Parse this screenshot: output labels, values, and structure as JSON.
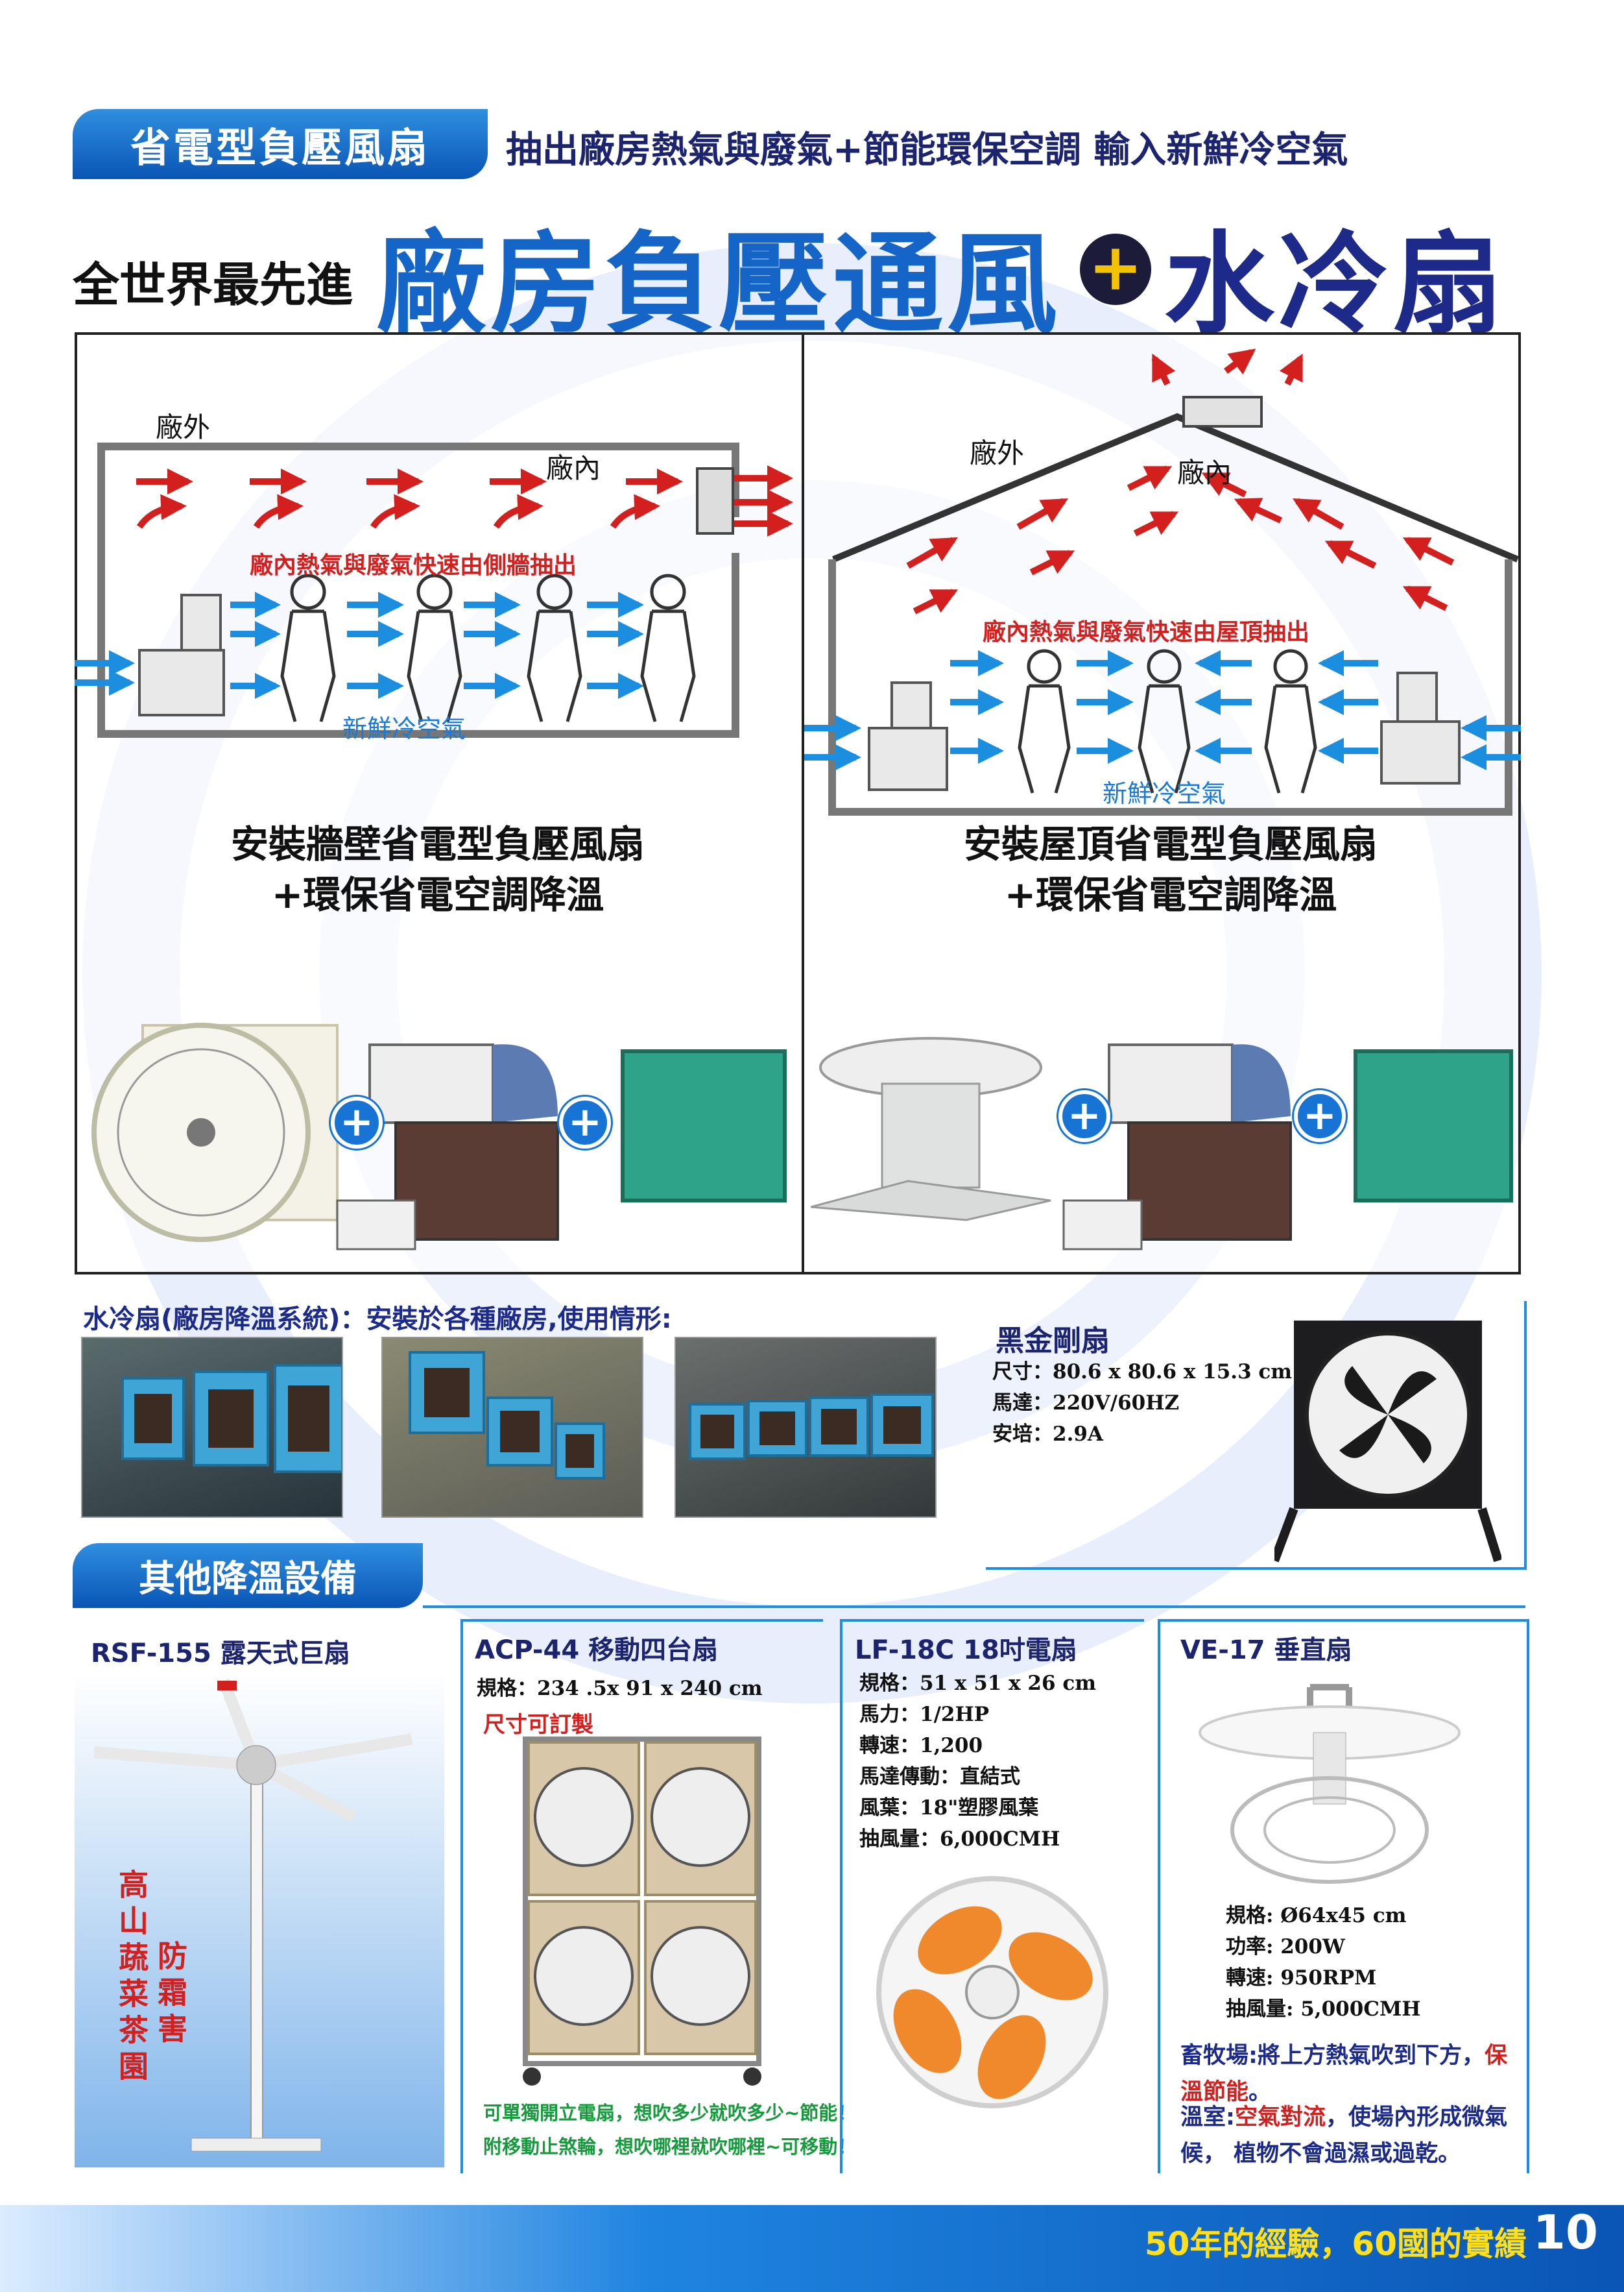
{
  "header": {
    "tag": "省電型負壓風扇",
    "tagline": "抽出廠房熱氣與廢氣+節能環保空調  輸入新鮮冷空氣",
    "world_best": "全世界最先進",
    "title_part1": "廠房負壓通風",
    "plus_symbol": "+",
    "title_part2": "水冷扇"
  },
  "diagram_left": {
    "outside": "廠外",
    "inside": "廠內",
    "hot_air_text": "廠內熱氣與廢氣快速由側牆抽出",
    "fresh_air_text": "新鮮冷空氣",
    "caption_line1": "安裝牆壁省電型負壓風扇",
    "caption_line2": "+環保省電空調降溫"
  },
  "diagram_right": {
    "outside": "廠外",
    "inside": "廠內",
    "hot_air_text": "廠內熱氣與廢氣快速由屋頂抽出",
    "fresh_air_text": "新鮮冷空氣",
    "caption_line1": "安裝屋頂省電型負壓風扇",
    "caption_line2": "+環保省電空調降溫"
  },
  "usage": {
    "title": "水冷扇(廠房降溫系統)：安裝於各種廠房,使用情形:"
  },
  "black_fan": {
    "name": "黑金剛扇",
    "specs": [
      "尺寸：80.6 x 80.6 x 15.3 cm",
      "馬達：220V/60HZ",
      "安培：2.9A"
    ]
  },
  "other": {
    "tag": "其他降溫設備"
  },
  "products": [
    {
      "name": "RSF-155  露天式巨扇",
      "vertical_1": "高山蔬菜茶園",
      "vertical_2": "防霜害"
    },
    {
      "name": "ACP-44  移動四台扇",
      "spec": "規格：234 .5x 91 x 240 cm",
      "custom": "尺寸可訂製",
      "note1": "可單獨開立電扇，想吹多少就吹多少~節能！",
      "note2": "附移動止煞輪，想吹哪裡就吹哪裡~可移動！"
    },
    {
      "name": "LF-18C  18吋電扇",
      "specs": [
        "規格：51 x 51 x 26 cm",
        "馬力：1/2HP",
        "轉速：1,200",
        "馬達傳動：直結式",
        "風葉：18\"塑膠風葉",
        "抽風量：6,000CMH"
      ]
    },
    {
      "name": "VE-17  垂直扇",
      "specs": [
        "規格: Ø64x45 cm",
        "功率: 200W",
        "轉速: 950RPM",
        "抽風量: 5,000CMH"
      ],
      "note_a_prefix": "畜牧場:將上方熱氣吹到下方，",
      "note_a_red": "保溫節能",
      "note_a_suffix": "。",
      "note_b_prefix": "溫室:",
      "note_b_red": "空氣對流",
      "note_b_suffix": "，使場內形成微氣候， 植物不會過濕或過乾。"
    }
  ],
  "footer": {
    "slogan": "50年的經驗，60國的實績",
    "page": "10"
  },
  "colors": {
    "brand_blue": "#1565c8",
    "dark_navy": "#1e2a8a",
    "accent_red": "#d41f1f",
    "accent_green": "#159a3c",
    "footer_yellow": "#ffdf1a"
  }
}
